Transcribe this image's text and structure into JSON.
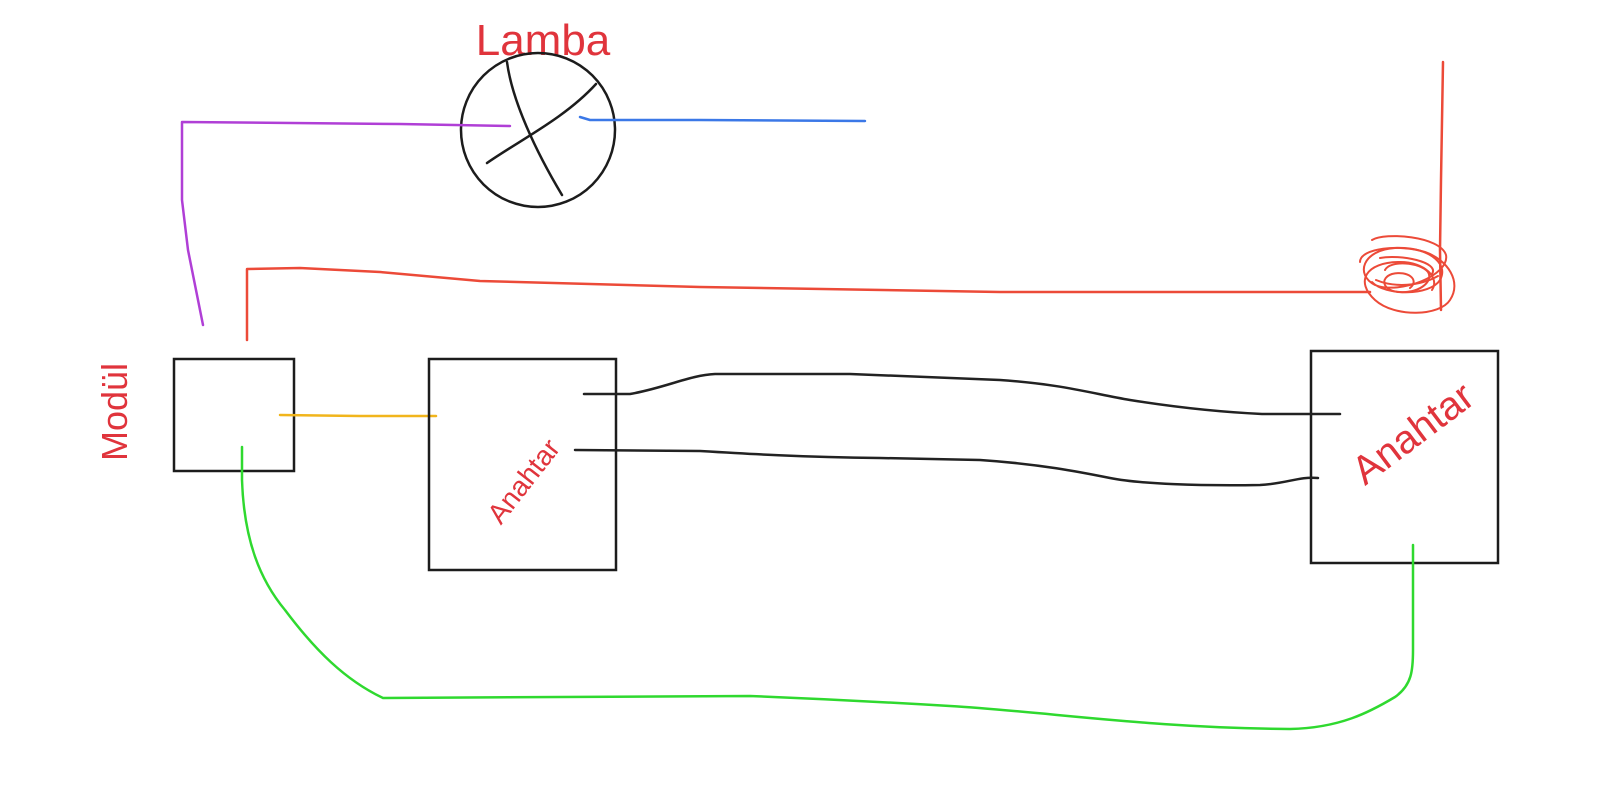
{
  "labels": {
    "lamp": "Lamba",
    "module": "Modül",
    "switch_left": "Anahtar",
    "switch_right": "Anahtar"
  },
  "colors": {
    "label": "#e0343c",
    "outline": "#1c1c1c",
    "wire_purple": "#b03fd6",
    "wire_blue": "#3b78e7",
    "wire_red": "#ec4a38",
    "wire_yellow": "#f1b51c",
    "wire_black": "#222222",
    "wire_green": "#2fd92f"
  },
  "icons": {
    "lamp": "lamp-symbol-icon",
    "knot": "wire-knot-icon"
  }
}
